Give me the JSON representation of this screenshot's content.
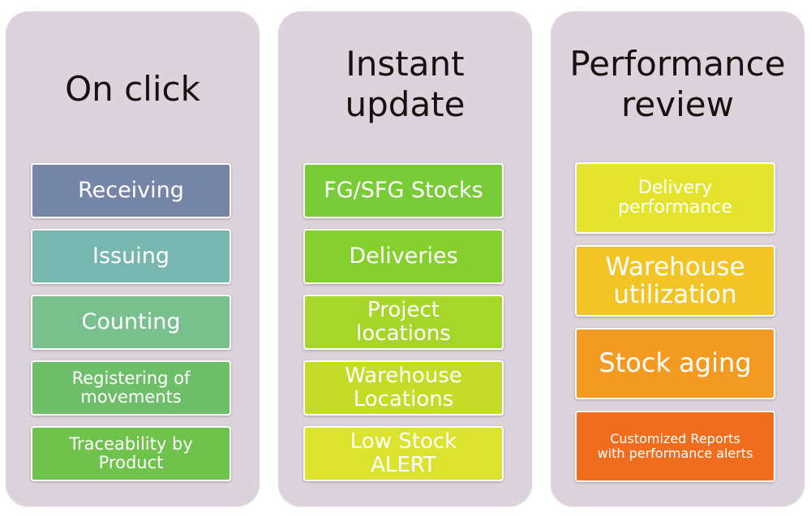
{
  "columns": [
    {
      "title": "On click",
      "items": [
        {
          "label": "Receiving",
          "color": "#7585a8"
        },
        {
          "label": "Issuing",
          "color": "#78b7b0"
        },
        {
          "label": "Counting",
          "color": "#7abf8e"
        },
        {
          "label": "Registering of\nmovements",
          "color": "#6fbf6a"
        },
        {
          "label": "Traceability by\nProduct",
          "color": "#6fc24b"
        }
      ]
    },
    {
      "title": "Instant\nupdate",
      "items": [
        {
          "label": "FG/SFG Stocks",
          "color": "#79cc38"
        },
        {
          "label": "Deliveries",
          "color": "#85cf2e"
        },
        {
          "label": "Project\nlocations",
          "color": "#a6d629"
        },
        {
          "label": "Warehouse\nLocations",
          "color": "#c4db28"
        },
        {
          "label": "Low Stock\nALERT",
          "color": "#dbe32f"
        }
      ]
    },
    {
      "title": "Performance\nreview",
      "items": [
        {
          "label": "Delivery\nperformance",
          "color": "#e4e42f"
        },
        {
          "label": "Warehouse\nutilization",
          "color": "#f2c425"
        },
        {
          "label": "Stock aging",
          "color": "#f39a22"
        },
        {
          "label": "Customized Reports\nwith performance alerts",
          "color": "#f06d1e"
        }
      ]
    }
  ]
}
